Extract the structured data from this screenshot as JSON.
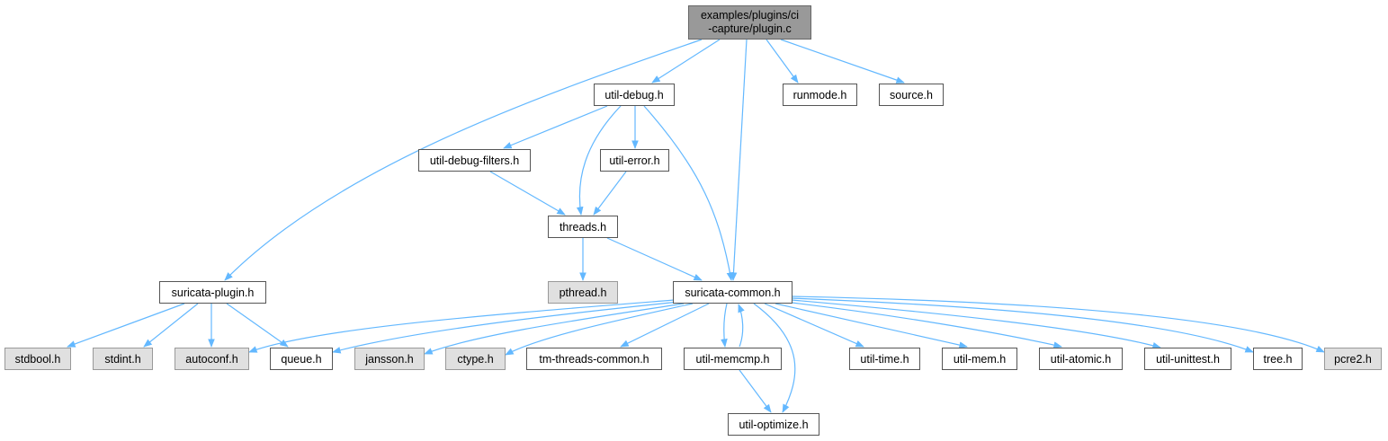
{
  "graph": {
    "edge_color": "#63b8ff",
    "nodes": [
      {
        "id": "plugin_c",
        "label": "examples/plugins/ci\n-capture/plugin.c",
        "kind": "root"
      },
      {
        "id": "util_debug_h",
        "label": "util-debug.h",
        "kind": "file"
      },
      {
        "id": "runmode_h",
        "label": "runmode.h",
        "kind": "file"
      },
      {
        "id": "source_h",
        "label": "source.h",
        "kind": "file"
      },
      {
        "id": "util_debug_filters_h",
        "label": "util-debug-filters.h",
        "kind": "file"
      },
      {
        "id": "util_error_h",
        "label": "util-error.h",
        "kind": "file"
      },
      {
        "id": "threads_h",
        "label": "threads.h",
        "kind": "file"
      },
      {
        "id": "suricata_plugin_h",
        "label": "suricata-plugin.h",
        "kind": "file"
      },
      {
        "id": "pthread_h",
        "label": "pthread.h",
        "kind": "external"
      },
      {
        "id": "suricata_common_h",
        "label": "suricata-common.h",
        "kind": "file"
      },
      {
        "id": "stdbool_h",
        "label": "stdbool.h",
        "kind": "external"
      },
      {
        "id": "stdint_h",
        "label": "stdint.h",
        "kind": "external"
      },
      {
        "id": "autoconf_h",
        "label": "autoconf.h",
        "kind": "external"
      },
      {
        "id": "queue_h",
        "label": "queue.h",
        "kind": "file"
      },
      {
        "id": "jansson_h",
        "label": "jansson.h",
        "kind": "external"
      },
      {
        "id": "ctype_h",
        "label": "ctype.h",
        "kind": "external"
      },
      {
        "id": "tm_threads_common_h",
        "label": "tm-threads-common.h",
        "kind": "file"
      },
      {
        "id": "util_memcmp_h",
        "label": "util-memcmp.h",
        "kind": "file"
      },
      {
        "id": "util_time_h",
        "label": "util-time.h",
        "kind": "file"
      },
      {
        "id": "util_mem_h",
        "label": "util-mem.h",
        "kind": "file"
      },
      {
        "id": "util_atomic_h",
        "label": "util-atomic.h",
        "kind": "file"
      },
      {
        "id": "util_unittest_h",
        "label": "util-unittest.h",
        "kind": "file"
      },
      {
        "id": "tree_h",
        "label": "tree.h",
        "kind": "file"
      },
      {
        "id": "pcre2_h",
        "label": "pcre2.h",
        "kind": "external"
      },
      {
        "id": "util_optimize_h",
        "label": "util-optimize.h",
        "kind": "file"
      }
    ],
    "edges": [
      {
        "from": "plugin_c",
        "to": "util_debug_h"
      },
      {
        "from": "plugin_c",
        "to": "runmode_h"
      },
      {
        "from": "plugin_c",
        "to": "source_h"
      },
      {
        "from": "plugin_c",
        "to": "suricata_plugin_h"
      },
      {
        "from": "plugin_c",
        "to": "suricata_common_h"
      },
      {
        "from": "util_debug_h",
        "to": "util_debug_filters_h"
      },
      {
        "from": "util_debug_h",
        "to": "util_error_h"
      },
      {
        "from": "util_debug_h",
        "to": "threads_h"
      },
      {
        "from": "util_debug_h",
        "to": "suricata_common_h"
      },
      {
        "from": "util_debug_filters_h",
        "to": "threads_h"
      },
      {
        "from": "util_error_h",
        "to": "threads_h"
      },
      {
        "from": "threads_h",
        "to": "pthread_h"
      },
      {
        "from": "threads_h",
        "to": "suricata_common_h"
      },
      {
        "from": "suricata_plugin_h",
        "to": "stdbool_h"
      },
      {
        "from": "suricata_plugin_h",
        "to": "stdint_h"
      },
      {
        "from": "suricata_plugin_h",
        "to": "autoconf_h"
      },
      {
        "from": "suricata_plugin_h",
        "to": "queue_h"
      },
      {
        "from": "suricata_common_h",
        "to": "autoconf_h"
      },
      {
        "from": "suricata_common_h",
        "to": "queue_h"
      },
      {
        "from": "suricata_common_h",
        "to": "jansson_h"
      },
      {
        "from": "suricata_common_h",
        "to": "ctype_h"
      },
      {
        "from": "suricata_common_h",
        "to": "tm_threads_common_h"
      },
      {
        "from": "suricata_common_h",
        "to": "util_memcmp_h"
      },
      {
        "from": "suricata_common_h",
        "to": "util_optimize_h"
      },
      {
        "from": "suricata_common_h",
        "to": "util_time_h"
      },
      {
        "from": "suricata_common_h",
        "to": "util_mem_h"
      },
      {
        "from": "suricata_common_h",
        "to": "util_atomic_h"
      },
      {
        "from": "suricata_common_h",
        "to": "util_unittest_h"
      },
      {
        "from": "suricata_common_h",
        "to": "tree_h"
      },
      {
        "from": "suricata_common_h",
        "to": "pcre2_h"
      },
      {
        "from": "util_memcmp_h",
        "to": "suricata_common_h"
      },
      {
        "from": "util_memcmp_h",
        "to": "util_optimize_h"
      }
    ]
  }
}
